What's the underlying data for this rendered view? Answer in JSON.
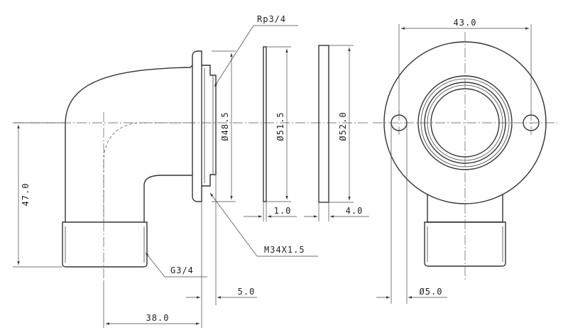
{
  "labels": {
    "rp": "Rp3/4",
    "m34": "M34X1.5",
    "g34": "G3/4",
    "d48": "Ø48.5",
    "d51": "Ø51.5",
    "d52": "Ø52.0",
    "t10": "1.0",
    "t40": "4.0",
    "h47": "47.0",
    "w50": "5.0",
    "w38": "38.0",
    "w43": "43.0",
    "h50": "Ø5.0"
  }
}
